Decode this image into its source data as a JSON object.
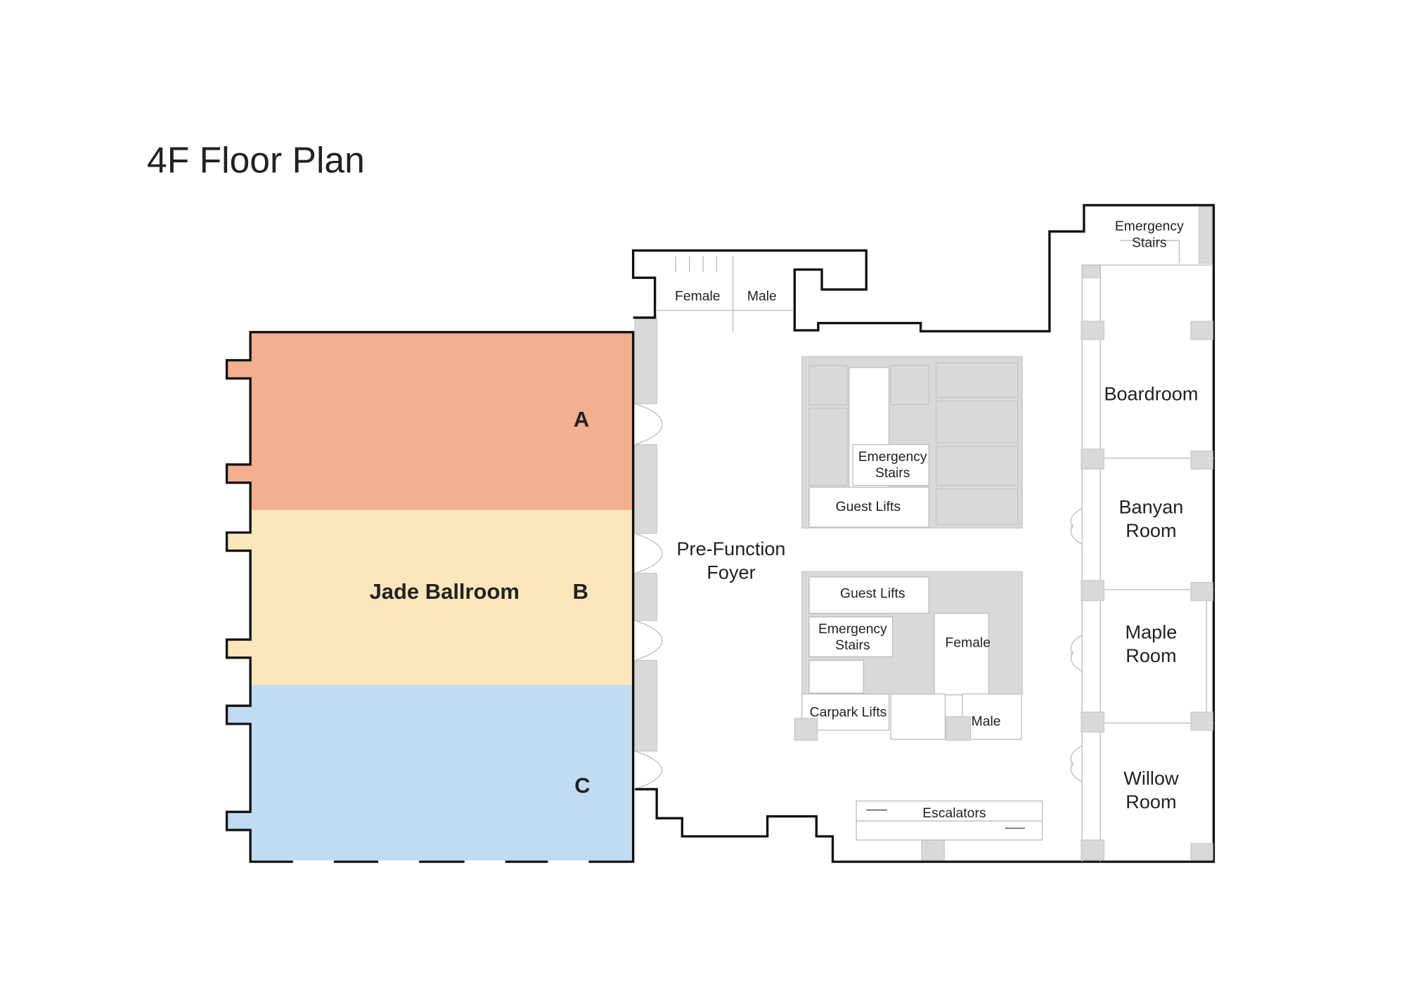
{
  "title": "4F Floor Plan",
  "ballroom": {
    "name": "Jade Ballroom",
    "sections": [
      {
        "label": "A",
        "color": "#f3af8f"
      },
      {
        "label": "B",
        "color": "#fce6bb"
      },
      {
        "label": "C",
        "color": "#c0dbf2"
      }
    ]
  },
  "rooms": {
    "foyer": [
      "Pre-Function",
      "Foyer"
    ],
    "boardroom": "Boardroom",
    "banyan": [
      "Banyan",
      "Room"
    ],
    "maple": [
      "Maple",
      "Room"
    ],
    "willow": [
      "Willow",
      "Room"
    ]
  },
  "facilities": {
    "top_female": "Female",
    "top_male": "Male",
    "stairs_ne": [
      "Emergency",
      "Stairs"
    ],
    "stairs_upper_core": [
      "Emergency",
      "Stairs"
    ],
    "lifts_upper": "Guest Lifts",
    "lifts_lower": "Guest Lifts",
    "stairs_lower_core": [
      "Emergency",
      "Stairs"
    ],
    "lower_female": "Female",
    "carpark_lifts": "Carpark Lifts",
    "lower_male": "Male",
    "escalators": "Escalators"
  }
}
